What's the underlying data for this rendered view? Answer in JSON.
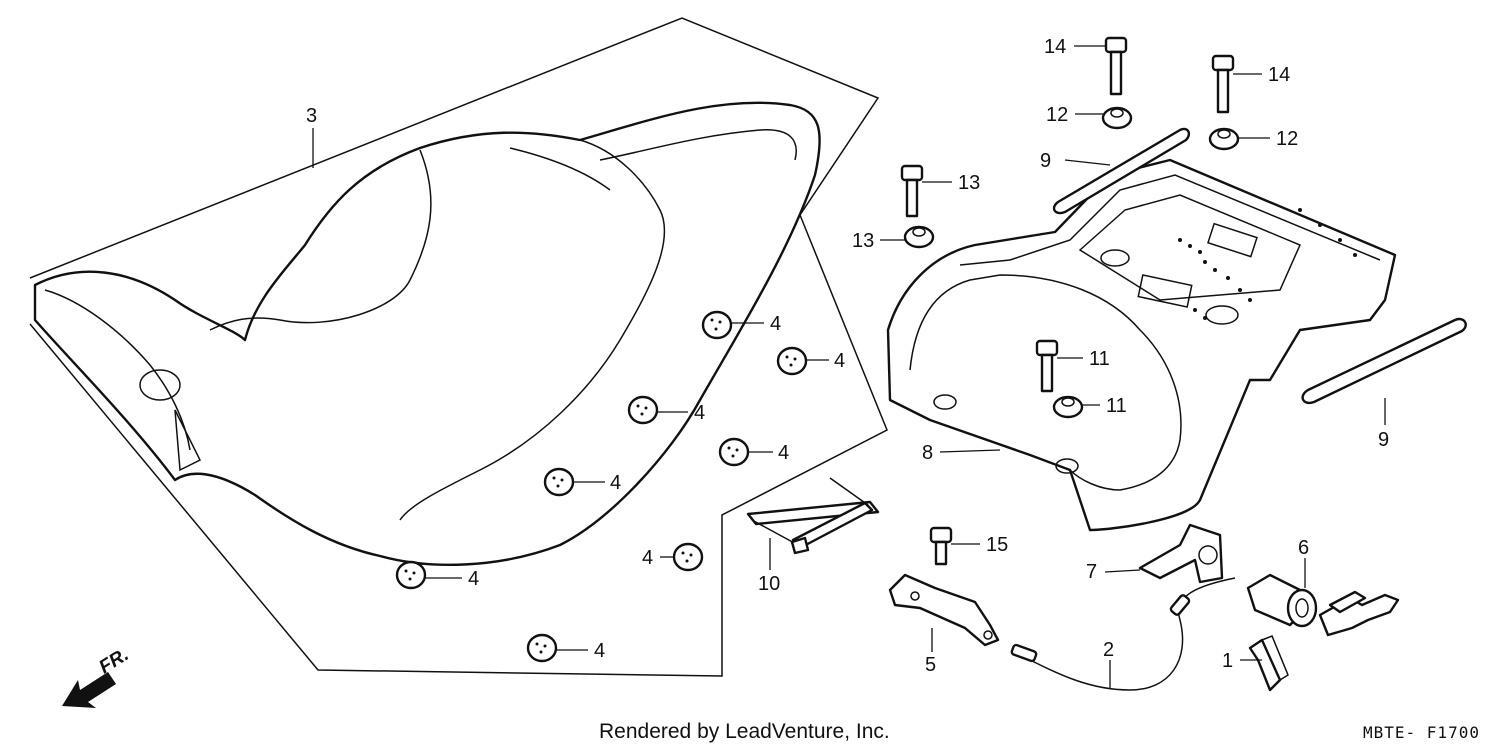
{
  "footer": {
    "credit": "Rendered by LeadVenture, Inc.",
    "diagram_code": "MBTE- F1700"
  },
  "direction_indicator": {
    "label": "FR."
  },
  "callouts": [
    {
      "id": "c3",
      "label": "3"
    },
    {
      "id": "c4a",
      "label": "4"
    },
    {
      "id": "c4b",
      "label": "4"
    },
    {
      "id": "c4c",
      "label": "4"
    },
    {
      "id": "c4d",
      "label": "4"
    },
    {
      "id": "c4e",
      "label": "4"
    },
    {
      "id": "c4f",
      "label": "4"
    },
    {
      "id": "c4g",
      "label": "4"
    },
    {
      "id": "c4h",
      "label": "4"
    },
    {
      "id": "c10",
      "label": "10"
    },
    {
      "id": "c14a",
      "label": "14"
    },
    {
      "id": "c14b",
      "label": "14"
    },
    {
      "id": "c12a",
      "label": "12"
    },
    {
      "id": "c12b",
      "label": "12"
    },
    {
      "id": "c9a",
      "label": "9"
    },
    {
      "id": "c9b",
      "label": "9"
    },
    {
      "id": "c13a",
      "label": "13"
    },
    {
      "id": "c13b",
      "label": "13"
    },
    {
      "id": "c11a",
      "label": "11"
    },
    {
      "id": "c11b",
      "label": "11"
    },
    {
      "id": "c8",
      "label": "8"
    },
    {
      "id": "c15",
      "label": "15"
    },
    {
      "id": "c7",
      "label": "7"
    },
    {
      "id": "c6",
      "label": "6"
    },
    {
      "id": "c5",
      "label": "5"
    },
    {
      "id": "c2",
      "label": "2"
    },
    {
      "id": "c1",
      "label": "1"
    }
  ]
}
